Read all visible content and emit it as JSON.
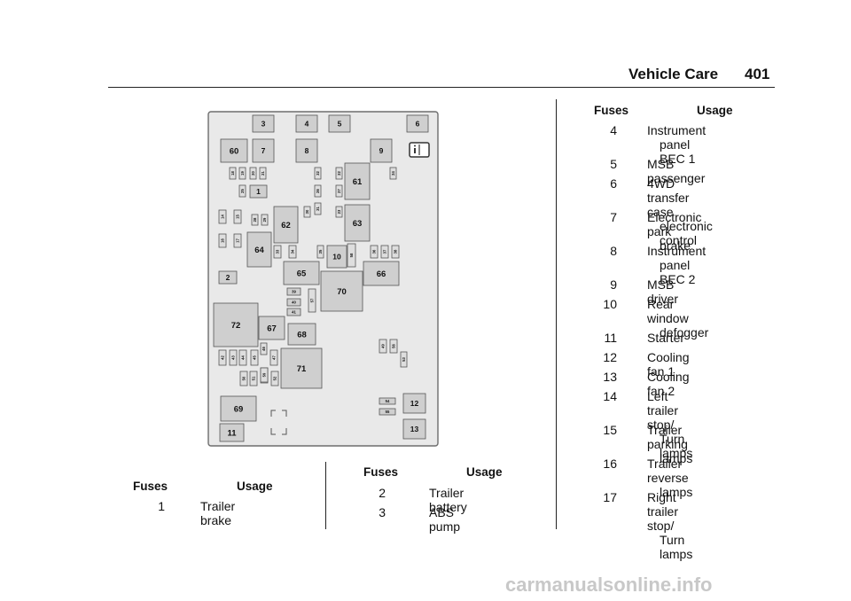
{
  "header": {
    "title": "Vehicle Care",
    "page": "401"
  },
  "diagram": {
    "boxes": [
      {
        "label": "3"
      },
      {
        "label": "4"
      },
      {
        "label": "5"
      },
      {
        "label": "6"
      },
      {
        "label": "60"
      },
      {
        "label": "7"
      },
      {
        "label": "8"
      },
      {
        "label": "9"
      },
      {
        "label": "18"
      },
      {
        "label": "19"
      },
      {
        "label": "20"
      },
      {
        "label": "21"
      },
      {
        "label": "32"
      },
      {
        "label": "22"
      },
      {
        "label": "24"
      },
      {
        "label": "25"
      },
      {
        "label": "1"
      },
      {
        "label": "61"
      },
      {
        "label": "26"
      },
      {
        "label": "27"
      },
      {
        "label": "31"
      },
      {
        "label": "14"
      },
      {
        "label": "15"
      },
      {
        "label": "28"
      },
      {
        "label": "29"
      },
      {
        "label": "62"
      },
      {
        "label": "30"
      },
      {
        "label": "23"
      },
      {
        "label": "63"
      },
      {
        "label": "16"
      },
      {
        "label": "17"
      },
      {
        "label": "64"
      },
      {
        "label": "33"
      },
      {
        "label": "34"
      },
      {
        "label": "35"
      },
      {
        "label": "10"
      },
      {
        "label": "58"
      },
      {
        "label": "36"
      },
      {
        "label": "37"
      },
      {
        "label": "38"
      },
      {
        "label": "2"
      },
      {
        "label": "65"
      },
      {
        "label": "66"
      },
      {
        "label": "70"
      },
      {
        "label": "39"
      },
      {
        "label": "40"
      },
      {
        "label": "41"
      },
      {
        "label": "57"
      },
      {
        "label": "72"
      },
      {
        "label": "67"
      },
      {
        "label": "68"
      },
      {
        "label": "42"
      },
      {
        "label": "43"
      },
      {
        "label": "44"
      },
      {
        "label": "45"
      },
      {
        "label": "46"
      },
      {
        "label": "47"
      },
      {
        "label": "71"
      },
      {
        "label": "48"
      },
      {
        "label": "49"
      },
      {
        "label": "56"
      },
      {
        "label": "50"
      },
      {
        "label": "51"
      },
      {
        "label": "59"
      },
      {
        "label": "52"
      },
      {
        "label": "53"
      },
      {
        "label": "69"
      },
      {
        "label": "54"
      },
      {
        "label": "12"
      },
      {
        "label": "55"
      },
      {
        "label": "11"
      },
      {
        "label": "13"
      }
    ]
  },
  "col1": {
    "head": {
      "fuses": "Fuses",
      "usage": "Usage"
    },
    "rows": [
      {
        "num": "1",
        "usage": [
          "Trailer brake"
        ]
      }
    ]
  },
  "col2": {
    "head": {
      "fuses": "Fuses",
      "usage": "Usage"
    },
    "rows": [
      {
        "num": "2",
        "usage": [
          "Trailer battery"
        ]
      },
      {
        "num": "3",
        "usage": [
          "ABS pump"
        ]
      }
    ]
  },
  "col3": {
    "head": {
      "fuses": "Fuses",
      "usage": "Usage"
    },
    "rows": [
      {
        "num": "4",
        "usage": [
          "Instrument",
          "panel BEC 1"
        ]
      },
      {
        "num": "5",
        "usage": [
          "MSB passenger"
        ]
      },
      {
        "num": "6",
        "usage": [
          "4WD transfer case",
          "electronic control"
        ]
      },
      {
        "num": "7",
        "usage": [
          "Electronic park",
          "brake"
        ]
      },
      {
        "num": "8",
        "usage": [
          "Instrument",
          "panel BEC 2"
        ]
      },
      {
        "num": "9",
        "usage": [
          "MSB driver"
        ]
      },
      {
        "num": "10",
        "usage": [
          "Rear window",
          "defogger"
        ]
      },
      {
        "num": "11",
        "usage": [
          "Starter"
        ]
      },
      {
        "num": "12",
        "usage": [
          "Cooling fan 1"
        ]
      },
      {
        "num": "13",
        "usage": [
          "Cooling fan 2"
        ]
      },
      {
        "num": "14",
        "usage": [
          "Left trailer stop/",
          "Turn lamps"
        ]
      },
      {
        "num": "15",
        "usage": [
          "Trailer parking",
          "lamps"
        ]
      },
      {
        "num": "16",
        "usage": [
          "Trailer reverse",
          "lamps"
        ]
      },
      {
        "num": "17",
        "usage": [
          "Right trailer stop/",
          "Turn lamps"
        ]
      }
    ]
  },
  "footer": {
    "text": "carmanualsonline.info"
  }
}
